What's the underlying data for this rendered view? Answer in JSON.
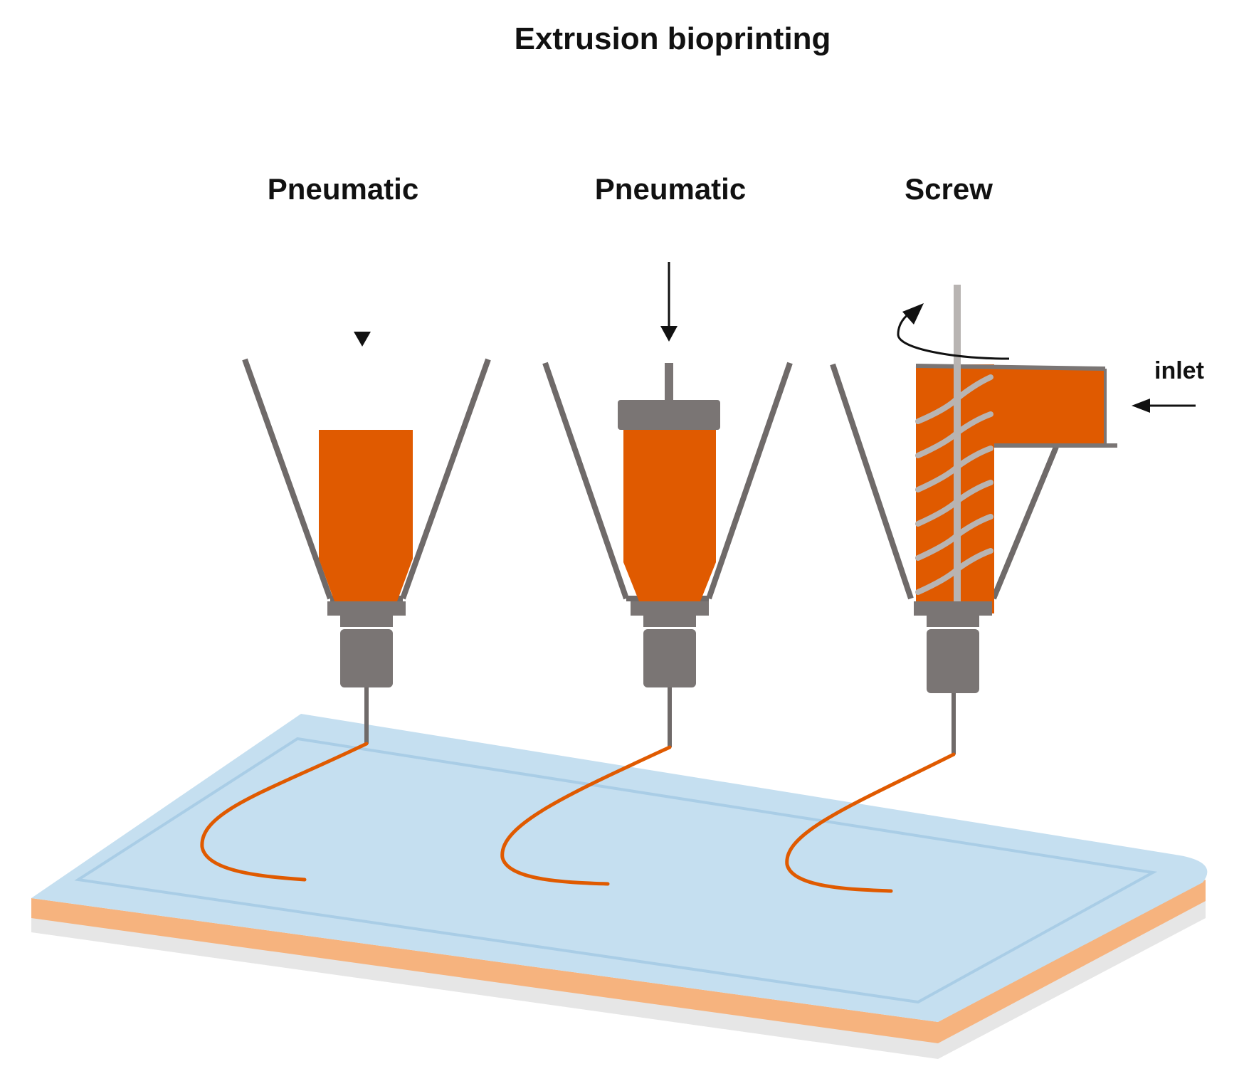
{
  "title": "Extrusion bioprinting",
  "methods": [
    {
      "label": "Pneumatic"
    },
    {
      "label": "Pneumatic"
    },
    {
      "label": "Screw"
    }
  ],
  "inlet_label": "inlet",
  "colors": {
    "bioink": "#e05a00",
    "hardware": "#7a7574",
    "frame": "#6f6a69",
    "platform_top": "#c5dff0",
    "platform_edge": "#a9cde6",
    "platform_side": "#f6b37e",
    "platform_base": "#e6e6e6",
    "screw": "#b8b4b2",
    "arrow": "#111111"
  }
}
